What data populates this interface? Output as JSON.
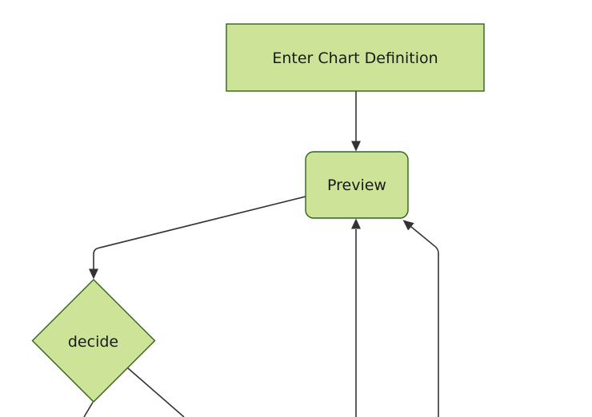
{
  "diagram": {
    "type": "flowchart",
    "direction": "top-down",
    "nodes": [
      {
        "id": "enter-chart-definition",
        "label": "Enter Chart Definition",
        "shape": "rectangle"
      },
      {
        "id": "preview",
        "label": "Preview",
        "shape": "rounded-rectangle"
      },
      {
        "id": "decide",
        "label": "decide",
        "shape": "diamond"
      }
    ],
    "edges": [
      {
        "from": "enter-chart-definition",
        "to": "preview",
        "arrowhead": true
      },
      {
        "from": "preview",
        "to": "decide",
        "arrowhead": true
      },
      {
        "from": "offscreen-bottom",
        "to": "preview",
        "arrowhead": true
      },
      {
        "from": "offscreen-bottom-right",
        "to": "preview",
        "arrowhead": true
      },
      {
        "from": "decide",
        "to": "offscreen-bottom-left",
        "arrowhead": false
      },
      {
        "from": "decide",
        "to": "offscreen-bottom-right",
        "arrowhead": false
      }
    ],
    "theme": {
      "node_fill": "#cde498",
      "node_stroke": "#2f641a",
      "edge_color": "#333333",
      "text_color": "#1a1a1a",
      "background": "#ffffff"
    }
  }
}
